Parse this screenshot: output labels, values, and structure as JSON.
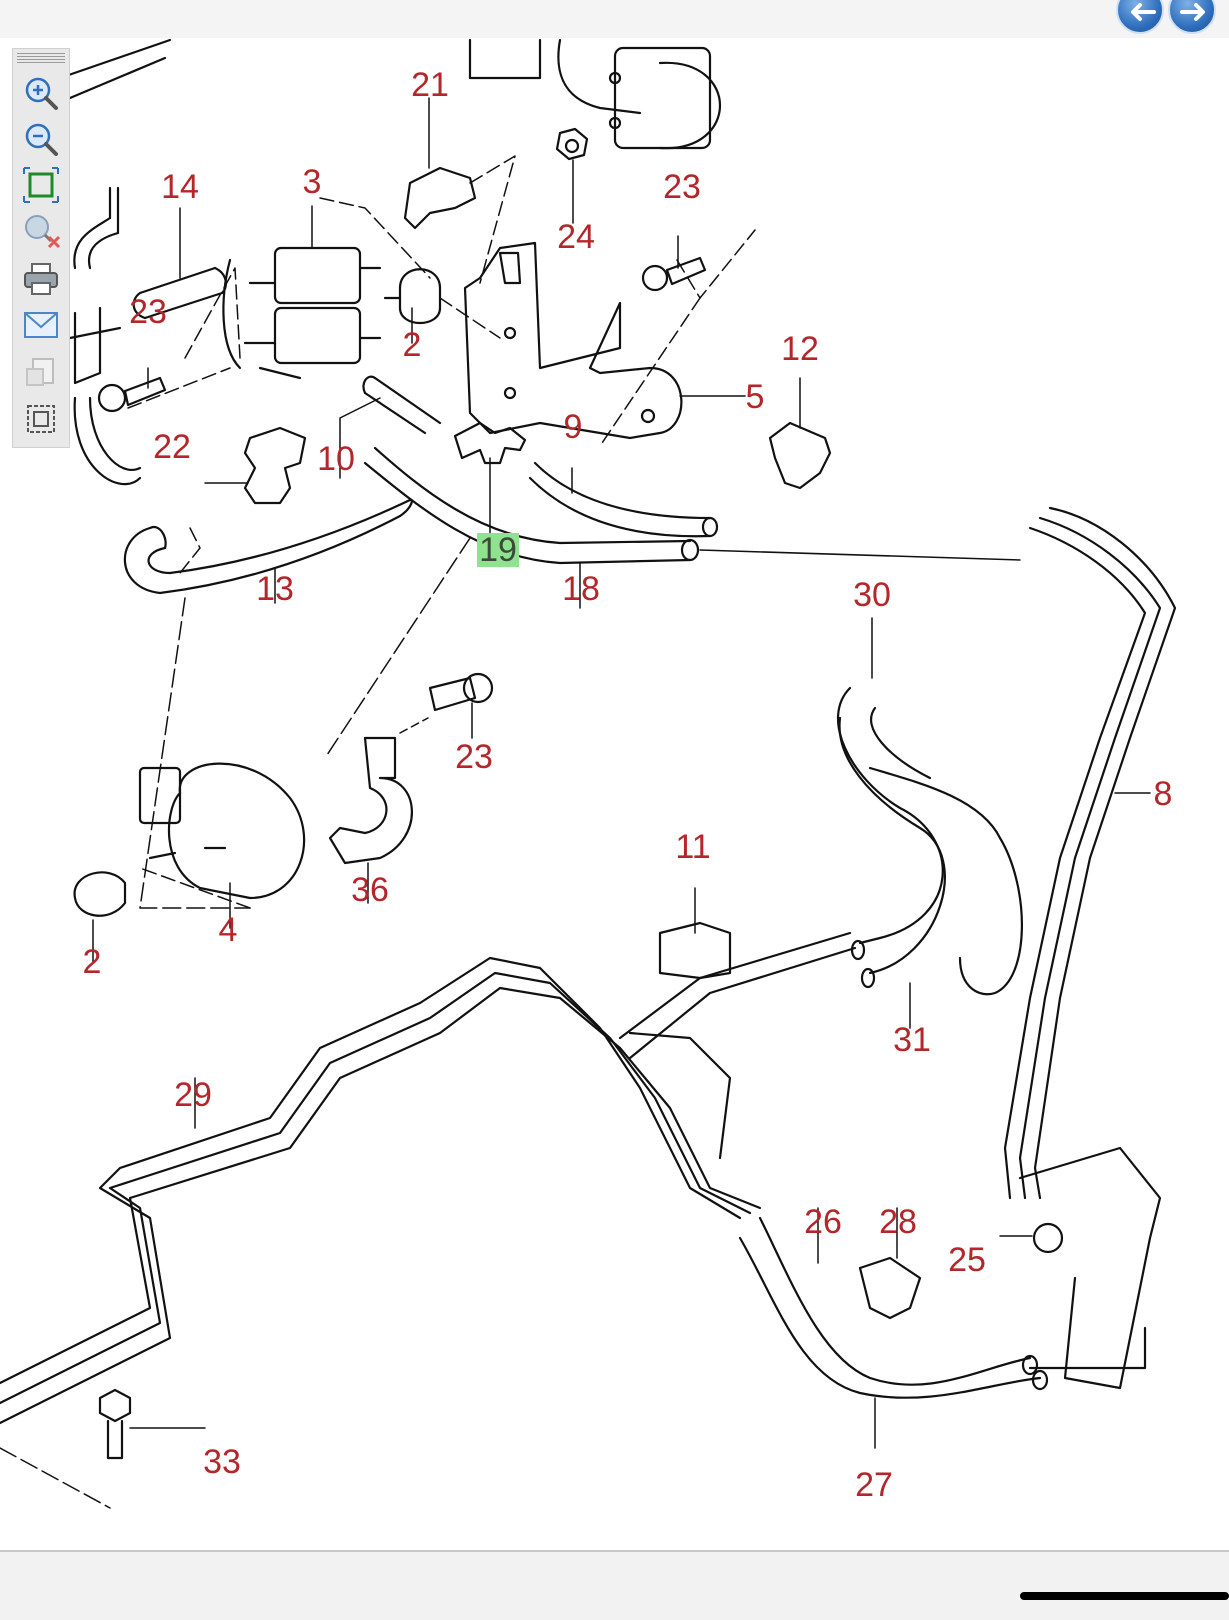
{
  "callouts": [
    {
      "id": "21",
      "text": "21"
    },
    {
      "id": "14",
      "text": "14"
    },
    {
      "id": "3",
      "text": "3"
    },
    {
      "id": "23a",
      "text": "23"
    },
    {
      "id": "24",
      "text": "24"
    },
    {
      "id": "23b",
      "text": "23"
    },
    {
      "id": "2a",
      "text": "2"
    },
    {
      "id": "12",
      "text": "12"
    },
    {
      "id": "5",
      "text": "5"
    },
    {
      "id": "22",
      "text": "22"
    },
    {
      "id": "10",
      "text": "10"
    },
    {
      "id": "9",
      "text": "9"
    },
    {
      "id": "19",
      "text": "19",
      "highlighted": true
    },
    {
      "id": "13",
      "text": "13"
    },
    {
      "id": "18",
      "text": "18"
    },
    {
      "id": "30",
      "text": "30"
    },
    {
      "id": "23c",
      "text": "23"
    },
    {
      "id": "8",
      "text": "8"
    },
    {
      "id": "11",
      "text": "11"
    },
    {
      "id": "36",
      "text": "36"
    },
    {
      "id": "4",
      "text": "4"
    },
    {
      "id": "2b",
      "text": "2"
    },
    {
      "id": "31",
      "text": "31"
    },
    {
      "id": "29",
      "text": "29"
    },
    {
      "id": "26",
      "text": "26"
    },
    {
      "id": "28",
      "text": "28"
    },
    {
      "id": "25",
      "text": "25"
    },
    {
      "id": "33",
      "text": "33"
    },
    {
      "id": "27",
      "text": "27"
    }
  ],
  "toolbar": {
    "tools": [
      {
        "name": "zoom-in",
        "icon": "zoom-in-icon"
      },
      {
        "name": "zoom-out",
        "icon": "zoom-out-icon"
      },
      {
        "name": "fit-to-window",
        "icon": "fit-window-icon"
      },
      {
        "name": "reset-zoom",
        "icon": "zoom-reset-icon"
      },
      {
        "name": "print",
        "icon": "print-icon"
      },
      {
        "name": "email",
        "icon": "email-icon"
      },
      {
        "name": "copy",
        "icon": "copy-icon"
      },
      {
        "name": "select-area",
        "icon": "select-area-icon"
      }
    ]
  },
  "navigation": {
    "back_icon": "arrow-left-icon",
    "forward_icon": "arrow-right-icon"
  },
  "colors": {
    "callout": "#b3262a",
    "highlight": "#8fe38f",
    "line": "#111111",
    "nav": "#2f6fbd"
  }
}
